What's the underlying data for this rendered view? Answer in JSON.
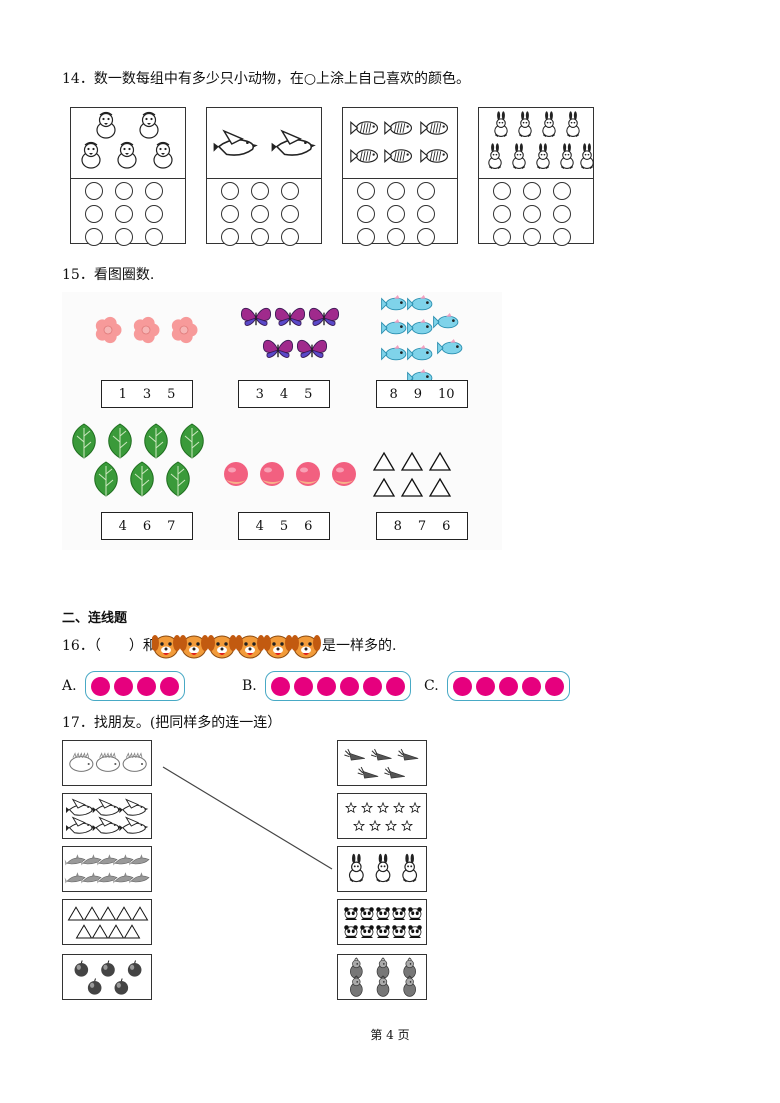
{
  "q14": {
    "text": "14．数一数每组中有多少只小动物，在○上涂上自己喜欢的颜色。",
    "groups": [
      {
        "animal": "chick-icon",
        "count": 5
      },
      {
        "animal": "bird-icon",
        "count": 2
      },
      {
        "animal": "fish-icon",
        "count": 6
      },
      {
        "animal": "rabbit-icon",
        "count": 9
      }
    ]
  },
  "q15": {
    "text": "15．看图圈数.",
    "items": [
      {
        "picture": "flower-icon",
        "choices": [
          "1",
          "3",
          "5"
        ]
      },
      {
        "picture": "butterfly-icon",
        "choices": [
          "3",
          "4",
          "5"
        ]
      },
      {
        "picture": "fish-icon",
        "choices": [
          "8",
          "9",
          "10"
        ]
      },
      {
        "picture": "leaf-icon",
        "choices": [
          "4",
          "6",
          "7"
        ]
      },
      {
        "picture": "peach-icon",
        "choices": [
          "4",
          "5",
          "6"
        ]
      },
      {
        "picture": "triangle-icon",
        "choices": [
          "8",
          "7",
          "6"
        ]
      }
    ]
  },
  "section2": {
    "title": "二、连线题"
  },
  "q16": {
    "prefix": "16．（　　）和",
    "suffix": "是一样多的.",
    "dog_count": 6,
    "options": [
      {
        "label": "A.",
        "dots": 4
      },
      {
        "label": "B.",
        "dots": 6
      },
      {
        "label": "C.",
        "dots": 5
      }
    ],
    "dot_color": "#e6007e",
    "pill_color": "#48a9c5"
  },
  "q17": {
    "text": "17．找朋友。(把同样多的连一连）",
    "left": [
      {
        "picture": "hedgehog-icon",
        "count": 3
      },
      {
        "picture": "bird-icon",
        "count": 6
      },
      {
        "picture": "dolphin-icon",
        "count": 10
      },
      {
        "picture": "triangle-icon",
        "count": 9
      },
      {
        "picture": "apple-icon",
        "count": 5
      }
    ],
    "right": [
      {
        "picture": "carrot-icon",
        "count": 5
      },
      {
        "picture": "star-icon",
        "count": 9
      },
      {
        "picture": "rabbit-icon",
        "count": 3
      },
      {
        "picture": "panda-icon",
        "count": 10
      },
      {
        "picture": "chicken-icon",
        "count": 6
      }
    ]
  },
  "footer": {
    "page": "第 4 页"
  }
}
